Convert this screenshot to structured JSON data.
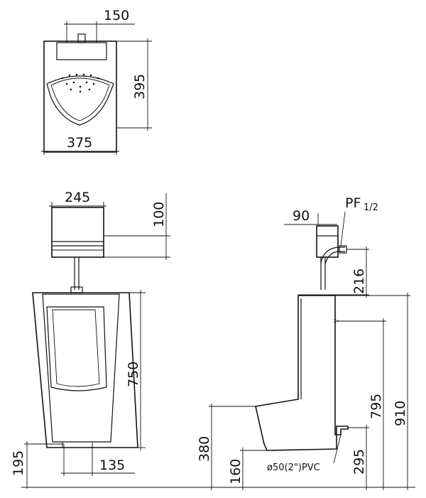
{
  "top_view": {
    "dims": {
      "width_top": "150",
      "height": "395",
      "width": "375"
    }
  },
  "front_view": {
    "dims": {
      "tank_width": "245",
      "tank_height": "100",
      "body_height": "750",
      "floor_gap": "195",
      "outlet_spacing": "135"
    }
  },
  "side_view": {
    "labels": {
      "pipe_spec_main": "PF",
      "pipe_spec_sub": "1/2",
      "pipe_note": "ø50(2\")PVC"
    },
    "dims": {
      "depth_top": "90",
      "valve_height": "216",
      "h_910": "910",
      "h_795": "795",
      "h_380": "380",
      "h_160": "160",
      "h_295": "295"
    }
  }
}
